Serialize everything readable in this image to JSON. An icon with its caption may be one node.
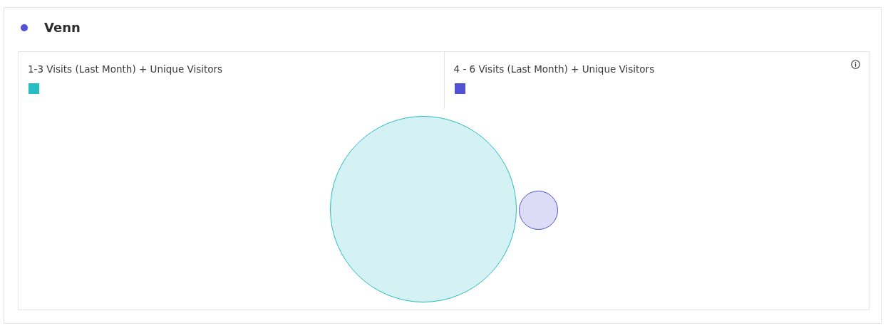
{
  "diagram": {
    "title": "Venn",
    "nodes": [
      {
        "text": [],
        "shape": "circle"
      },
      {
        "text": [],
        "shape": "circle"
      }
    ],
    "legend": [
      {
        "text": "1-3 Visits (Last Month) + Unique Visitors",
        "color": "#26bdc2"
      },
      {
        "text": "4 - 6 Visits (Last Month) + Unique Visitors",
        "color": "#5151d3"
      }
    ]
  }
}
